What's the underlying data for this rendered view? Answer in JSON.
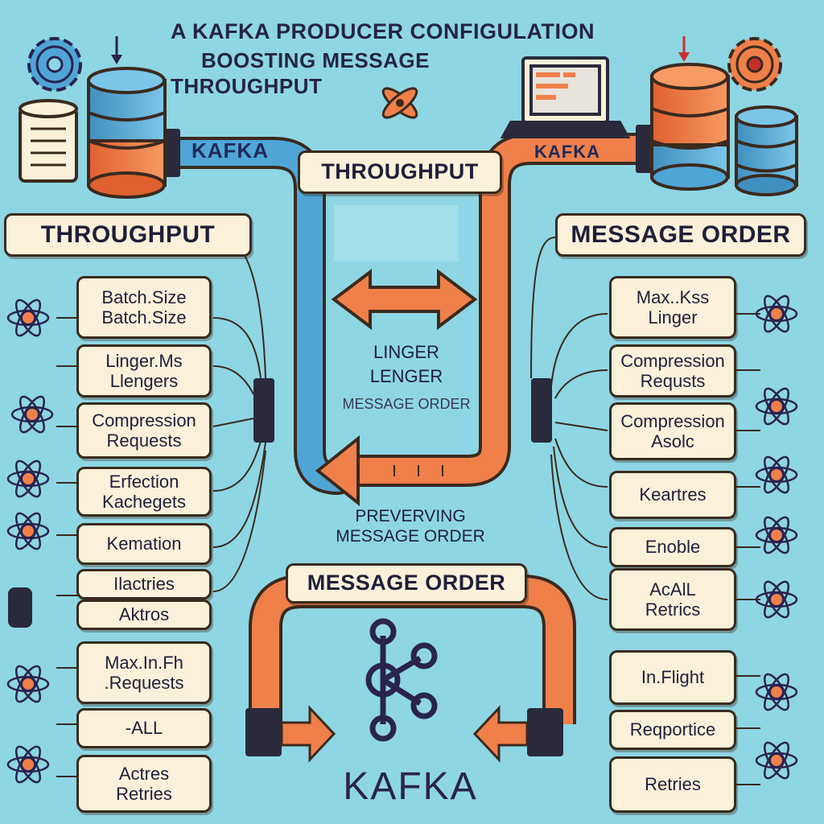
{
  "header": {
    "line1": "A KAFKA PRODUCER CONFIGULATION",
    "line2": "BOOSTING  MESSAGE",
    "line3": "THROUGHPUT"
  },
  "pipe_labels": {
    "left_kafka": "KAFKA",
    "right_kafka": "KAFKA",
    "center_throughput": "THROUGHPUT"
  },
  "center": {
    "linger1": "LINGER",
    "linger2": "LENGER",
    "message_order": "MESSAGE ORDER",
    "preserving1": "PREVERVING",
    "preserving2": "MESSAGE ORDER",
    "message_order_box": "MESSAGE ORDER",
    "bottom_logo_text": "KAFKA"
  },
  "left_panel": {
    "heading": "THROUGHPUT",
    "items": [
      {
        "l1": "Batch.Size",
        "l2": "Batch.Size"
      },
      {
        "l1": "Linger.Ms",
        "l2": "Llengers"
      },
      {
        "l1": "Compression",
        "l2": "Requests"
      },
      {
        "l1": "Erfection",
        "l2": "Kachegets"
      },
      {
        "l1": "Kemation",
        "l2": ""
      },
      {
        "l1": "Ilactries",
        "l2": ""
      },
      {
        "l1": "Aktros",
        "l2": ""
      },
      {
        "l1": "Max.In.Fh",
        "l2": ".Requests"
      },
      {
        "l1": "-ALL",
        "l2": ""
      },
      {
        "l1": "Actres",
        "l2": "Retries"
      }
    ]
  },
  "right_panel": {
    "heading": "MESSAGE ORDER",
    "items": [
      {
        "l1": "Max..Kss",
        "l2": "Linger"
      },
      {
        "l1": "Compression",
        "l2": "Requsts"
      },
      {
        "l1": "Compression",
        "l2": "Asolc"
      },
      {
        "l1": "Keartres",
        "l2": ""
      },
      {
        "l1": "Enoble",
        "l2": ""
      },
      {
        "l1": "AcAlL",
        "l2": "Retrics"
      },
      {
        "l1": "In.Flight",
        "l2": ""
      },
      {
        "l1": "Reqportice",
        "l2": ""
      },
      {
        "l1": "Retries",
        "l2": ""
      }
    ]
  },
  "icons": [
    "gear-icon",
    "database-icon",
    "document-icon",
    "laptop-icon",
    "atom-icon",
    "kafka-logo-icon",
    "arrow-icon"
  ],
  "colors": {
    "background": "#8ed6e3",
    "orange": "#f0804a",
    "blue_pipe": "#4fa6d6",
    "card": "#fbf1da",
    "outline": "#3b2a1e",
    "navy": "#2a2350"
  }
}
